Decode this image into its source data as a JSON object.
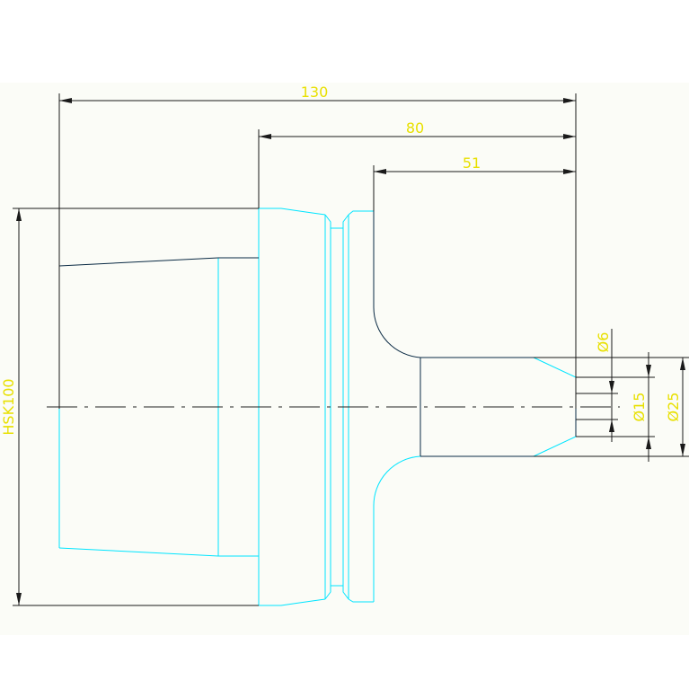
{
  "colors": {
    "background": "#ffffff",
    "sheet": "#fbfcf7",
    "outline": "#00e5ff",
    "edge": "#0a2a44",
    "dimension": "#1a1a1a",
    "text": "#e8e000",
    "centerline": "#222222"
  },
  "dimensions": {
    "overall_length": "130",
    "flange_to_tip": "80",
    "neck_to_tip": "51",
    "shank_label": "HSK100",
    "bore_small": "Ø6",
    "bore_mid": "Ø15",
    "bore_large": "Ø25"
  }
}
